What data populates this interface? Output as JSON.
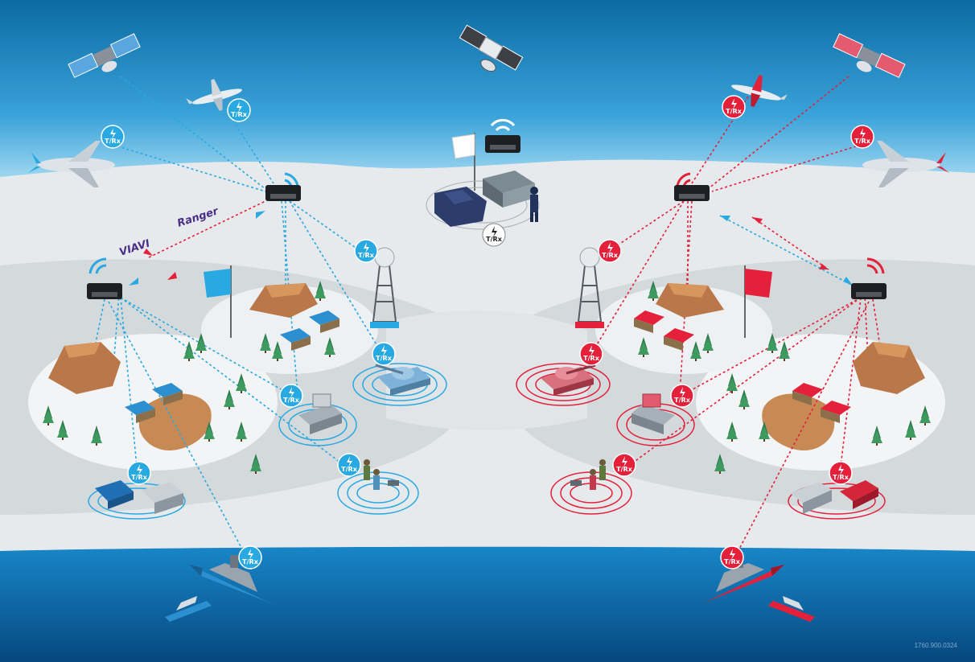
{
  "labels": {
    "brand_viavi": "VIAVI",
    "brand_ranger": "Ranger",
    "trx": "T/Rx",
    "doc_id": "1760.900.0324"
  },
  "colors": {
    "blue_team": "#29a9e1",
    "red_team": "#e4203b",
    "neutral": "#ffffff",
    "sky_top": "#0d6fa8",
    "ocean": "#0b5d9e",
    "ground": "#e6e9eb",
    "brand_purple": "#4a2e86"
  },
  "icons": {
    "satellites": [
      "satellite-blue-icon",
      "satellite-neutral-icon",
      "satellite-red-icon"
    ],
    "aircraft": [
      "drone-blue-icon",
      "cargo-plane-blue-icon",
      "drone-red-icon",
      "cargo-plane-red-icon"
    ],
    "ground": [
      "radio-device-icon",
      "radar-tower-icon",
      "tank-icon",
      "mobile-radar-icon",
      "soldiers-icon",
      "robot-dog-icon",
      "humvee-icon",
      "tent-icon",
      "flag-icon",
      "tree-icon",
      "rock-icon"
    ],
    "naval": [
      "warship-icon",
      "patrol-boat-icon"
    ]
  }
}
